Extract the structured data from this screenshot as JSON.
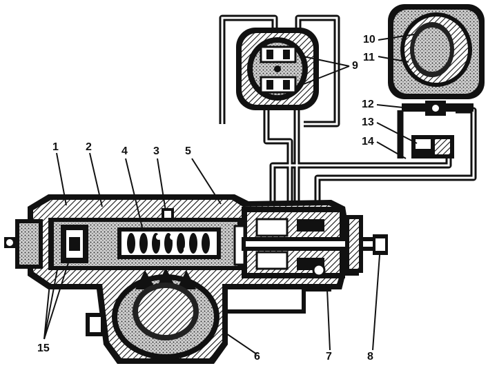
{
  "labels": {
    "n1": "1",
    "n2": "2",
    "n3": "3",
    "n4": "4",
    "n5": "5",
    "n6": "6",
    "n7": "7",
    "n8": "8",
    "n9": "9",
    "n10": "10",
    "n11": "11",
    "n12": "12",
    "n13": "13",
    "n14": "14",
    "n15": "15"
  },
  "colors": {
    "ink": "#111111",
    "paper": "#ffffff"
  }
}
